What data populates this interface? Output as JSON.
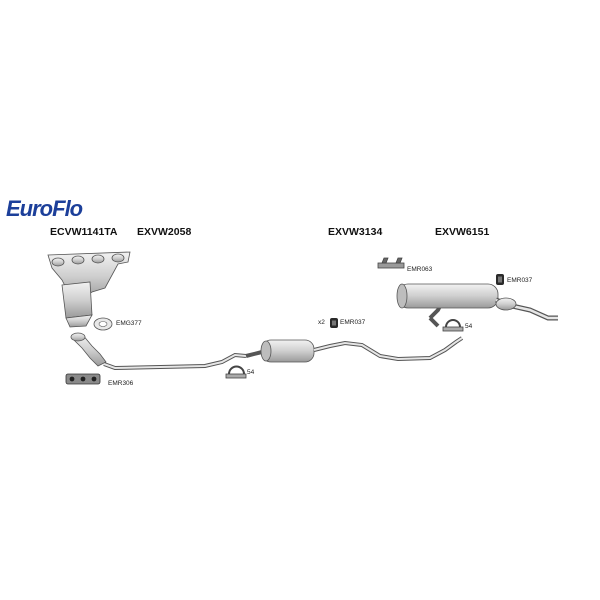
{
  "brand": {
    "part1": "Euro",
    "part2": "Flo"
  },
  "parts": {
    "manifold": "ECVW1141TA",
    "front_pipe": "EXVW2058",
    "centre_section": "EXVW3134",
    "rear_section": "EXVW6151"
  },
  "accessories": {
    "emg377": "EMG377",
    "emr306": "EMR306",
    "clamp_front": "54",
    "emr037_qty": "x2",
    "emr037_mid": "EMR037",
    "emr063": "EMR063",
    "emr037_rear": "EMR037",
    "clamp_rear": "54"
  },
  "colors": {
    "brand": "#1c3f9a",
    "part_fill": "#d6d6d6",
    "outline": "#555555",
    "rubber": "#222222"
  }
}
